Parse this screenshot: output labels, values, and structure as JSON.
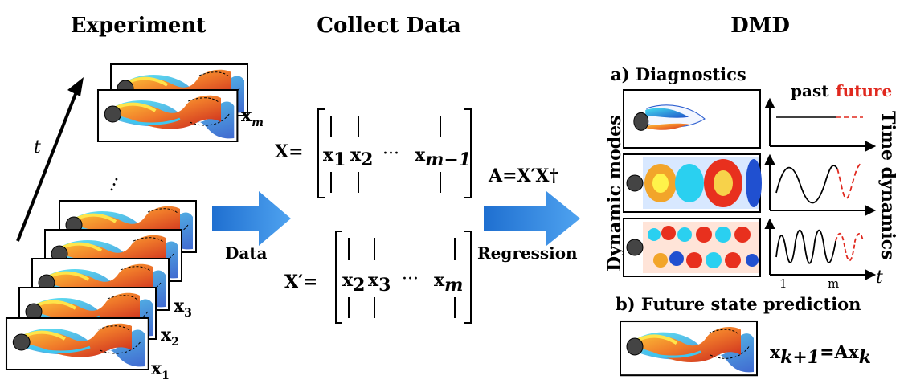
{
  "headers": {
    "experiment": "Experiment",
    "collect": "Collect Data",
    "dmd": "DMD"
  },
  "experiment": {
    "time_label": "t",
    "snap_labels": [
      "x",
      "x",
      "x",
      "x"
    ],
    "snap_subs": [
      "m",
      "3",
      "2",
      "1"
    ]
  },
  "arrows": {
    "data": "Data",
    "regression": "Regression"
  },
  "matrices": {
    "X_name": "X",
    "X_cols": [
      "x",
      "x",
      "x"
    ],
    "X_subs": [
      "1",
      "2",
      "m−1"
    ],
    "Xp_name": "X′",
    "Xp_cols": [
      "x",
      "x",
      "x"
    ],
    "Xp_subs": [
      "2",
      "3",
      "m"
    ],
    "equals": "=",
    "dots": "···"
  },
  "regression_formula": "A=X′X†",
  "dmd": {
    "diagnostics": "a) Diagnostics",
    "past": "past",
    "future": "future",
    "modes_label": "Dynamic modes",
    "time_dyn_label": "Time dynamics",
    "axis_start": "1",
    "axis_end": "m",
    "axis_var": "t",
    "prediction": "b) Future state prediction",
    "pred_lhs": "x",
    "pred_lhs_sub": "k+1",
    "pred_eq": "=Ax",
    "pred_rhs_sub": "k"
  },
  "colors": {
    "arrow": "#2a7fdc",
    "future": "#e0281e",
    "warm": "#e8442a",
    "cool": "#2d6fd8"
  }
}
